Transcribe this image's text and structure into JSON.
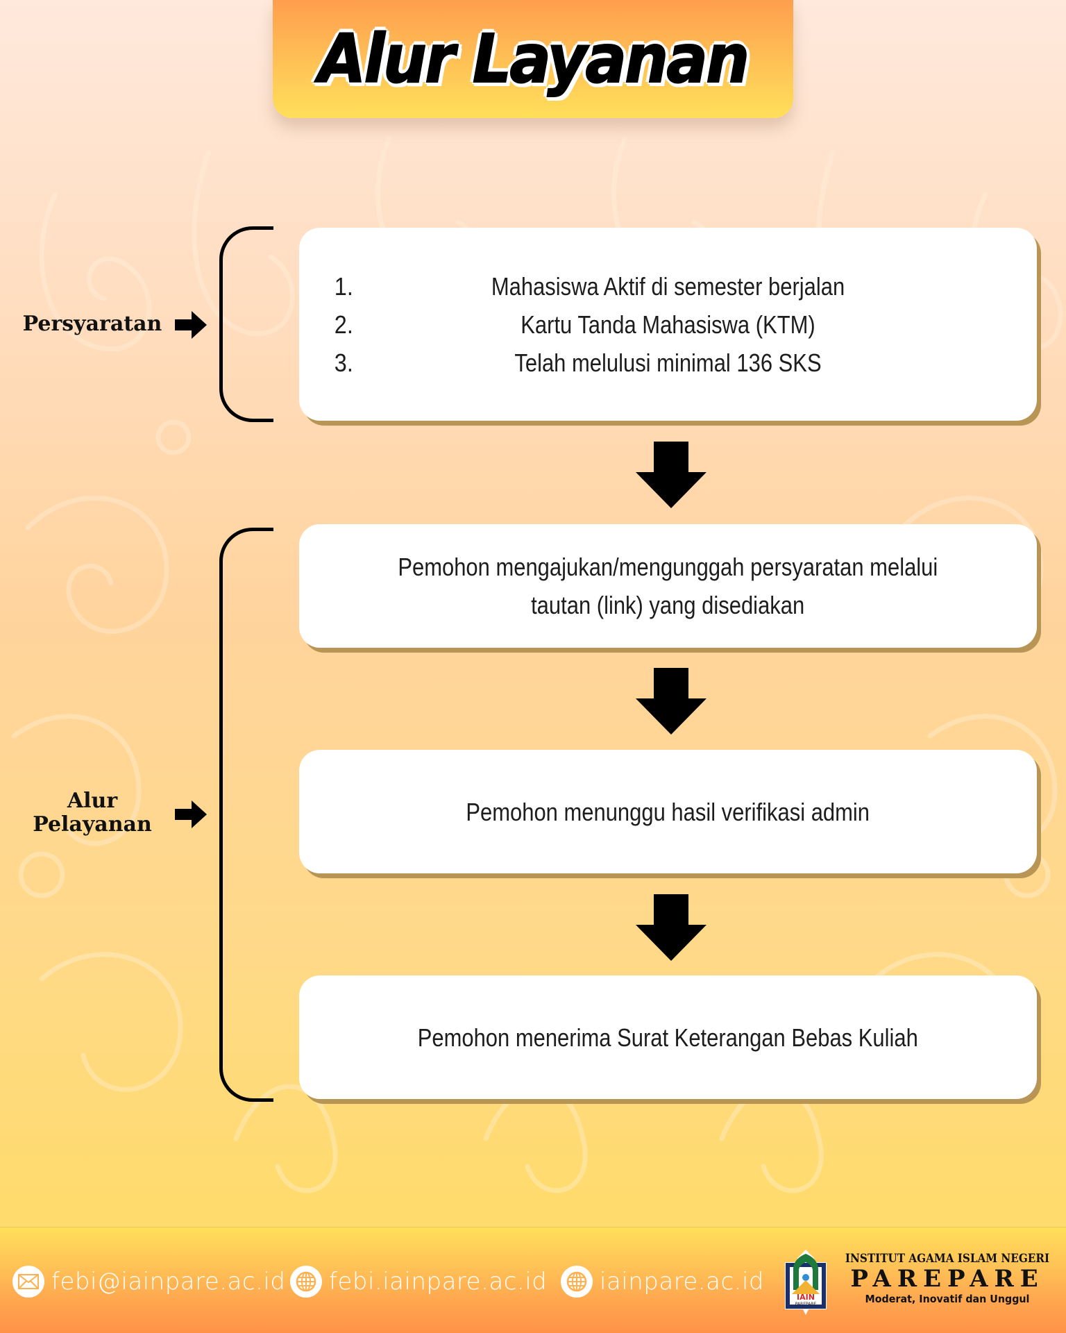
{
  "header": {
    "title": "Alur Layanan"
  },
  "sections": {
    "requirements_label": "Persyaratan",
    "flow_label_line1": "Alur",
    "flow_label_line2": "Pelayanan"
  },
  "requirements": [
    {
      "number": "1.",
      "text": "Mahasiswa Aktif di semester berjalan"
    },
    {
      "number": "2.",
      "text": "Kartu Tanda Mahasiswa (KTM)"
    },
    {
      "number": "3.",
      "text": "Telah melulusi minimal 136 SKS"
    }
  ],
  "steps": [
    {
      "line1": "Pemohon mengajukan/mengunggah persyaratan melalui",
      "line2": "tautan (link) yang disediakan"
    },
    {
      "line1": "Pemohon menunggu hasil verifikasi admin"
    },
    {
      "line1": "Pemohon menerima Surat Keterangan Bebas Kuliah"
    }
  ],
  "footer": {
    "contacts": [
      {
        "icon": "mail-icon",
        "text": "febi@iainpare.ac.id"
      },
      {
        "icon": "globe-icon",
        "text": "febi.iainpare.ac.id"
      },
      {
        "icon": "globe-icon",
        "text": "iainpare.ac.id"
      }
    ],
    "institution": {
      "line1": "INSTITUT AGAMA ISLAM NEGERI",
      "name": "PAREPARE",
      "tagline": "Moderat, Inovatif dan Unggul",
      "logo_text": "IAIN",
      "logo_subtext": "PAREPARE"
    }
  },
  "colors": {
    "header_gradient_top": "#ff9e4e",
    "header_gradient_bottom": "#ffdf5a",
    "card_background": "#ffffff",
    "card_shadow": "#b89455",
    "text": "#1d1d1d",
    "logo_green": "#1e7a3c",
    "logo_navy": "#1b2f6b",
    "logo_red": "#d62828"
  }
}
